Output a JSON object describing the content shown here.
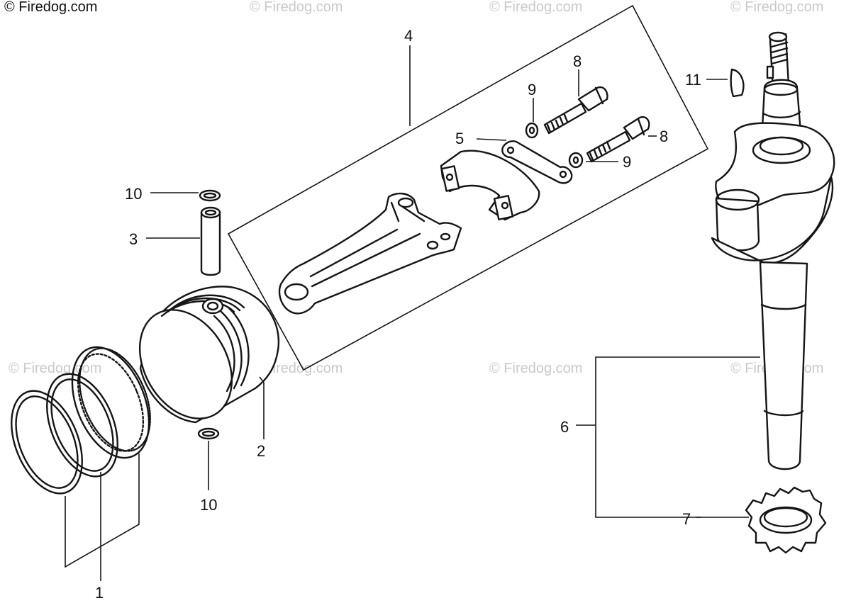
{
  "copyright": "© Firedog.com",
  "watermarks": [
    "© Firedog.com",
    "© Firedog.com",
    "© Firedog.com",
    "© Firedog.com",
    "© Firedog.com",
    "© Firedog.com",
    "© Firedog.com"
  ],
  "callouts": {
    "piston_ring_set": "1",
    "piston": "2",
    "piston_pin": "3",
    "connecting_rod_assembly": "4",
    "lock_plate": "5",
    "crankshaft_assembly": "6",
    "crankshaft_gear": "7",
    "rod_bolt_upper": "8",
    "rod_bolt_lower": "8",
    "washer_upper": "9",
    "washer_lower": "9",
    "pin_clip_upper": "10",
    "pin_clip_lower": "10",
    "woodruff_key": "11"
  }
}
